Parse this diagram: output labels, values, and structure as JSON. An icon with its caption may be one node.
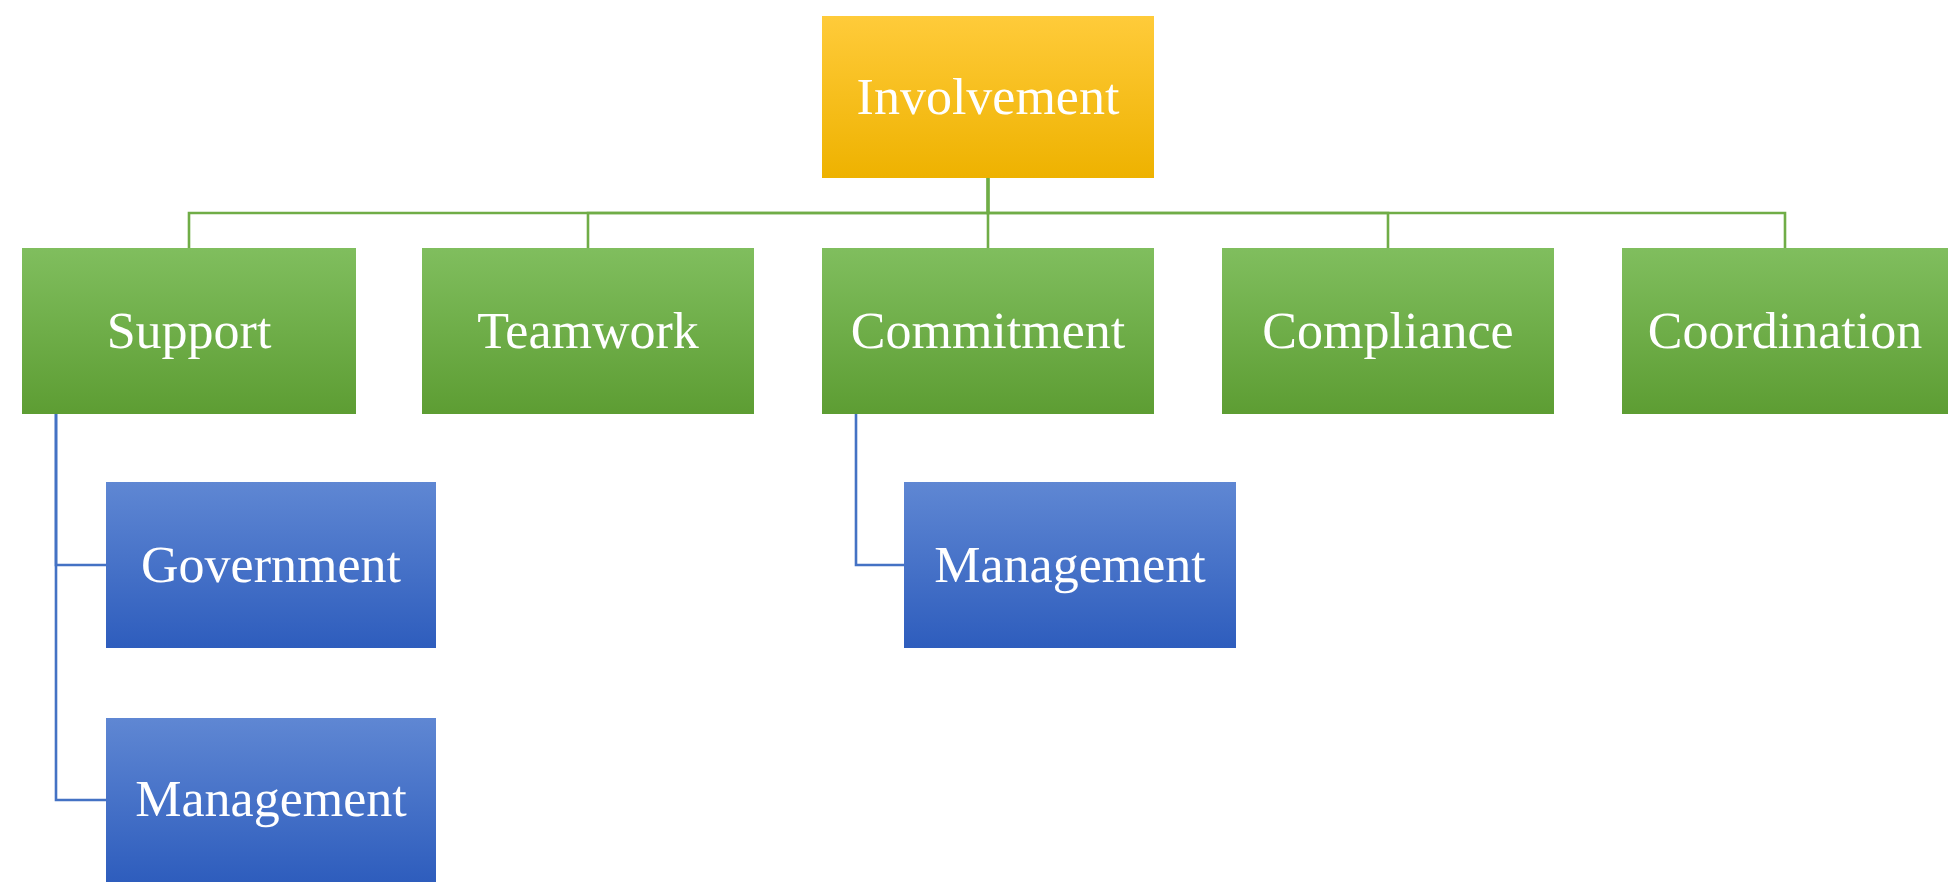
{
  "diagram": {
    "nodes": [
      {
        "text": [
          "Involvement"
        ]
      },
      {
        "text": [
          "Support"
        ]
      },
      {
        "text": [
          "Teamwork"
        ]
      },
      {
        "text": [
          "Commitment"
        ]
      },
      {
        "text": [
          "Compliance"
        ]
      },
      {
        "text": [
          "Coordination"
        ]
      },
      {
        "text": [
          "Government"
        ]
      },
      {
        "text": [
          "Management"
        ]
      },
      {
        "text": [
          "Management"
        ]
      }
    ],
    "edges": [
      {
        "from": 0,
        "to": 1,
        "arrow": "none"
      },
      {
        "from": 0,
        "to": 2,
        "arrow": "none"
      },
      {
        "from": 0,
        "to": 3,
        "arrow": "none"
      },
      {
        "from": 0,
        "to": 4,
        "arrow": "none"
      },
      {
        "from": 0,
        "to": 5,
        "arrow": "none"
      },
      {
        "from": 1,
        "to": 6,
        "arrow": "none",
        "color": "#4472c4"
      },
      {
        "from": 1,
        "to": 7,
        "arrow": "none",
        "color": "#4472c4"
      },
      {
        "from": 3,
        "to": 8,
        "arrow": "none",
        "color": "#4472c4"
      }
    ]
  }
}
